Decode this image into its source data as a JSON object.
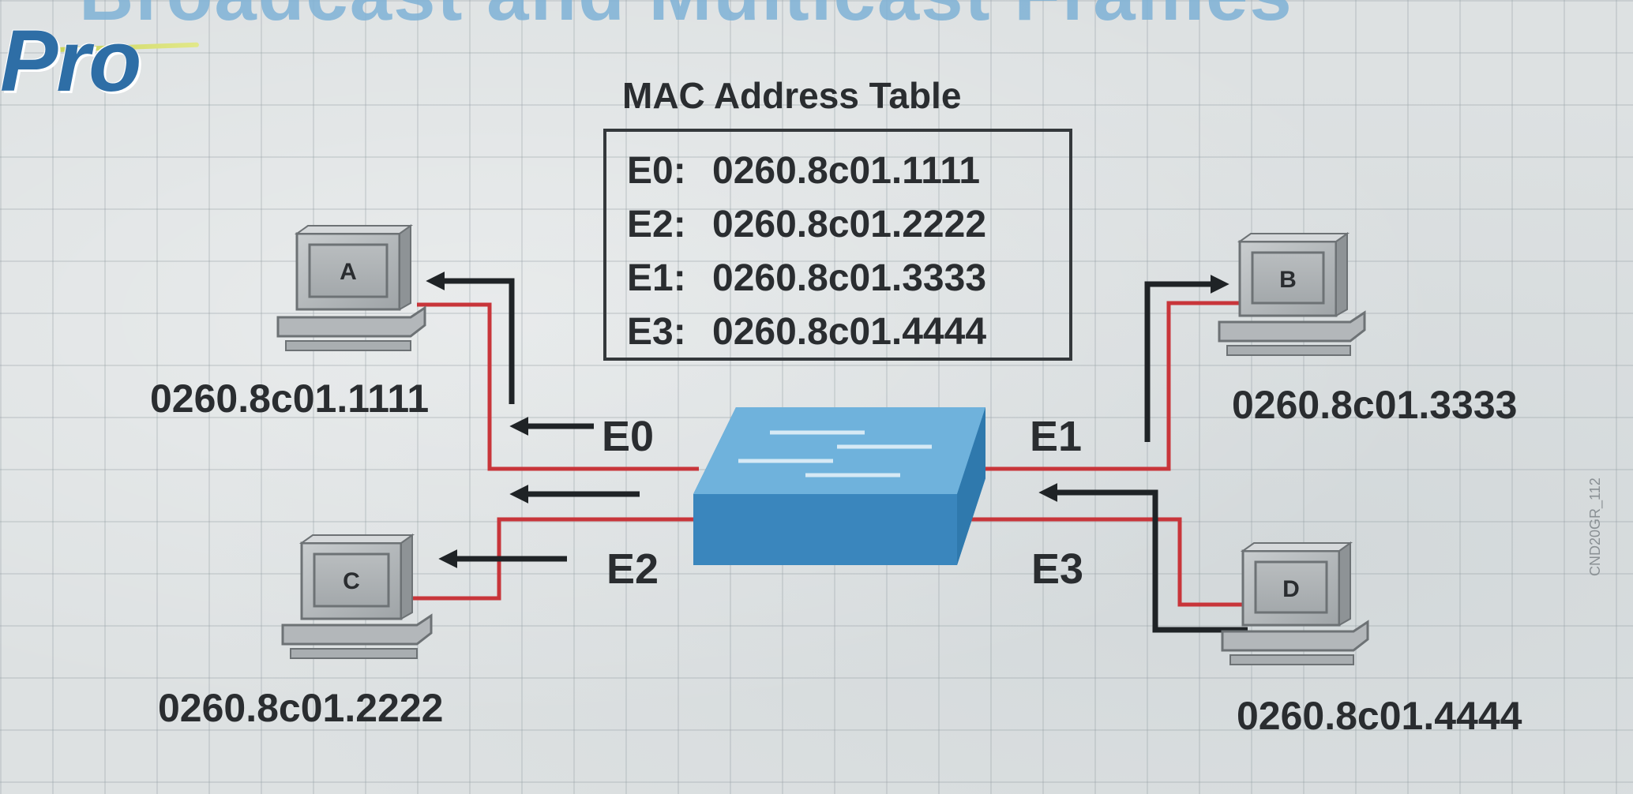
{
  "title": "Broadcast and Multicast Frames",
  "logo": "Pro",
  "mac_table": {
    "title": "MAC Address Table",
    "rows": [
      {
        "port": "E0:",
        "mac": "0260.8c01.1111"
      },
      {
        "port": "E2:",
        "mac": "0260.8c01.2222"
      },
      {
        "port": "E1:",
        "mac": "0260.8c01.3333"
      },
      {
        "port": "E3:",
        "mac": "0260.8c01.4444"
      }
    ]
  },
  "hosts": [
    {
      "label": "A",
      "mac": "0260.8c01.1111"
    },
    {
      "label": "C",
      "mac": "0260.8c01.2222"
    },
    {
      "label": "B",
      "mac": "0260.8c01.3333"
    },
    {
      "label": "D",
      "mac": "0260.8c01.4444"
    }
  ],
  "ports": [
    "E0",
    "E1",
    "E2",
    "E3"
  ],
  "watermark": "CND20GR_112",
  "colors": {
    "link": "#c8353a",
    "arrow": "#1f2326",
    "switch_top": "#6fb2dc",
    "switch_front": "#3d8cc4",
    "switch_side": "#2f79ad",
    "title": "#7fb2d6",
    "logo": "#2e6ea6"
  }
}
